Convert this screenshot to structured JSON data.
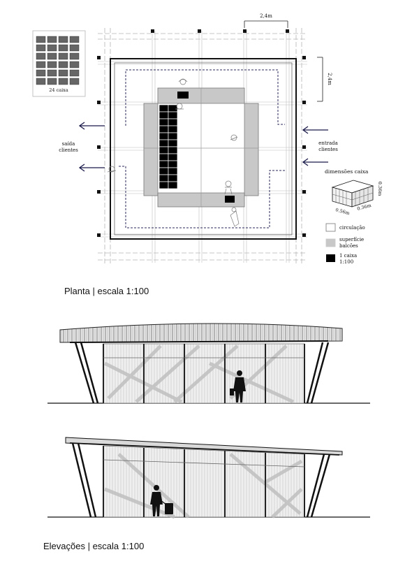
{
  "plan": {
    "box_count_label": "24 caixa",
    "top_dimension": "2,4m",
    "side_dimension": "2,4m",
    "exit_label": [
      "saída",
      "clientes"
    ],
    "entry_label": [
      "entrada",
      "clientes"
    ],
    "box_dims": {
      "title": "dimensões caixa",
      "width": "0.56m",
      "depth": "0.36m",
      "height": "0.36m"
    },
    "legend": [
      {
        "label": [
          "circulação"
        ],
        "color": "#ffffff"
      },
      {
        "label": [
          "superfície",
          "balcões"
        ],
        "color": "#c8c8c8"
      },
      {
        "label": [
          "1 caixa",
          "1:100"
        ],
        "color": "#000000"
      }
    ]
  },
  "captions": {
    "plan": "Planta | escala 1:100",
    "elevations": "Elevações | escala 1:100"
  }
}
